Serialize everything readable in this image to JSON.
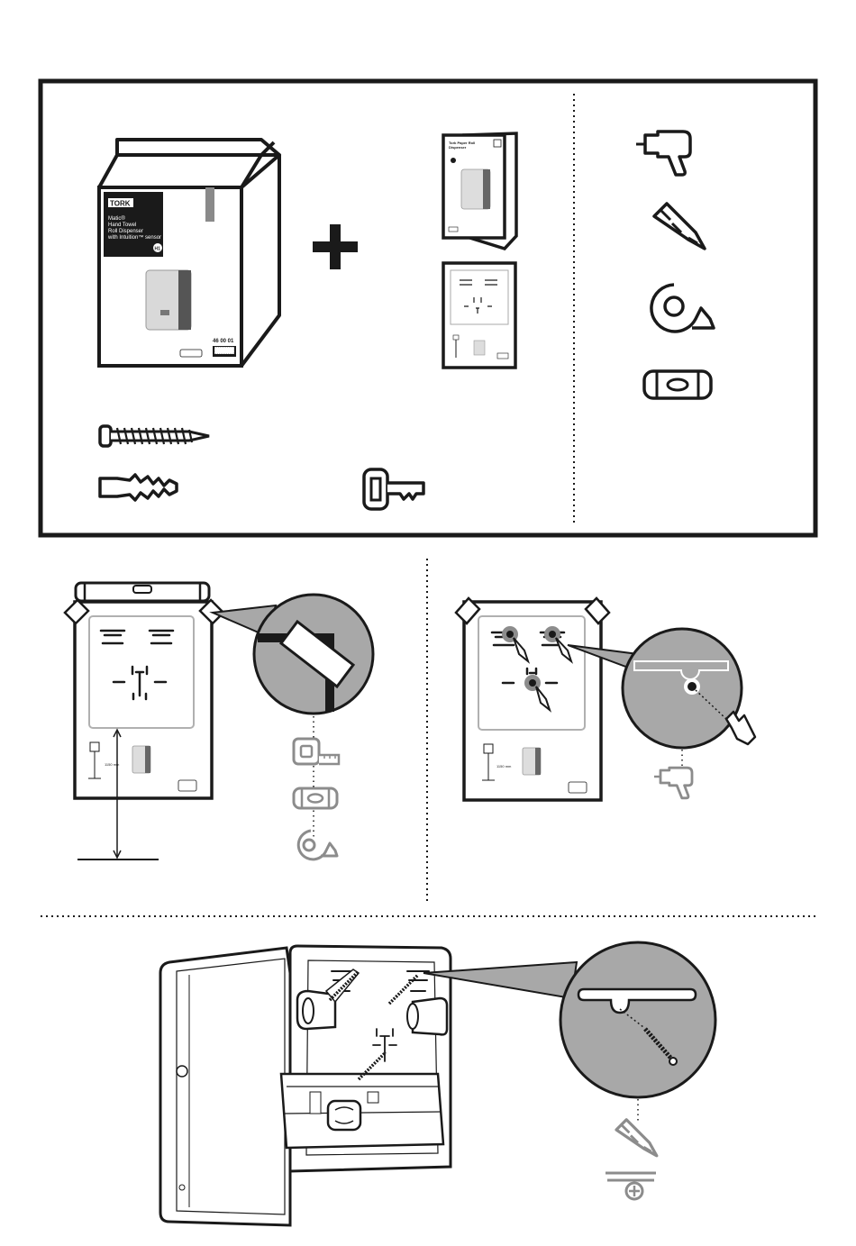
{
  "box": {
    "brand": "TORK",
    "product_lines": [
      "Matic®",
      "Hand Towel",
      "Roll Dispenser",
      "with Intuition™ sensor"
    ],
    "badge": "H1",
    "article_number": "46 00 01"
  },
  "manual": {
    "title_lines": [
      "Tork Paper Roll",
      "Dispenser"
    ]
  },
  "template": {
    "height_label": "1150 mm"
  },
  "icons": {
    "tools": [
      "drill-icon",
      "screwdriver-icon",
      "tape-icon",
      "spirit-level-icon"
    ],
    "parts": [
      "screw-icon",
      "wall-plug-icon",
      "key-icon"
    ],
    "step1_tools": [
      "measuring-tape-icon",
      "spirit-level-icon",
      "tape-icon"
    ],
    "step2_tools": [
      "drill-icon"
    ],
    "step3_tools": [
      "screwdriver-icon",
      "phillips-head-icon"
    ]
  },
  "colors": {
    "line": "#1a1a1a",
    "zoom_fill": "#a8a8a8",
    "gray_icon": "#8c8c8c"
  }
}
